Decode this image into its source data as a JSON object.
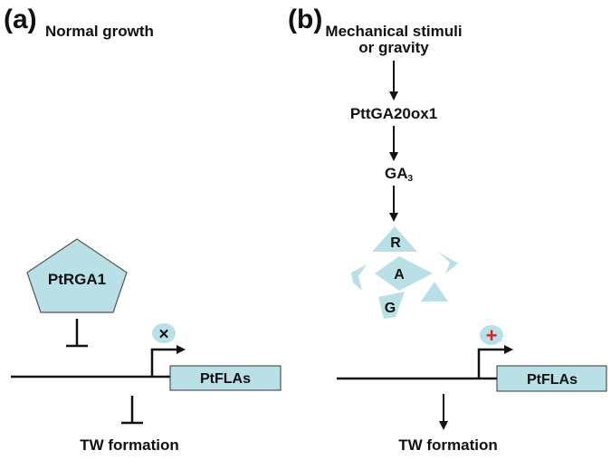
{
  "panels": {
    "a": {
      "label": "(a)",
      "title": "Normal growth",
      "repressor": "PtRGA1",
      "promoter_mark": "×",
      "gene": "PtFLAs",
      "outcome": "TW formation"
    },
    "b": {
      "label": "(b)",
      "title_line1": "Mechanical stimuli",
      "title_line2": "or gravity",
      "step1": "PttGA20ox1",
      "step2_main": "GA",
      "step2_sub": "3",
      "fragments": [
        "R",
        "A",
        "G"
      ],
      "promoter_mark": "+",
      "gene": "PtFLAs",
      "outcome": "TW formation"
    }
  },
  "colors": {
    "shape_fill": "#b8e0e6",
    "shape_stroke": "#555555",
    "line": "#111111",
    "plus_mark": "#e02020"
  }
}
